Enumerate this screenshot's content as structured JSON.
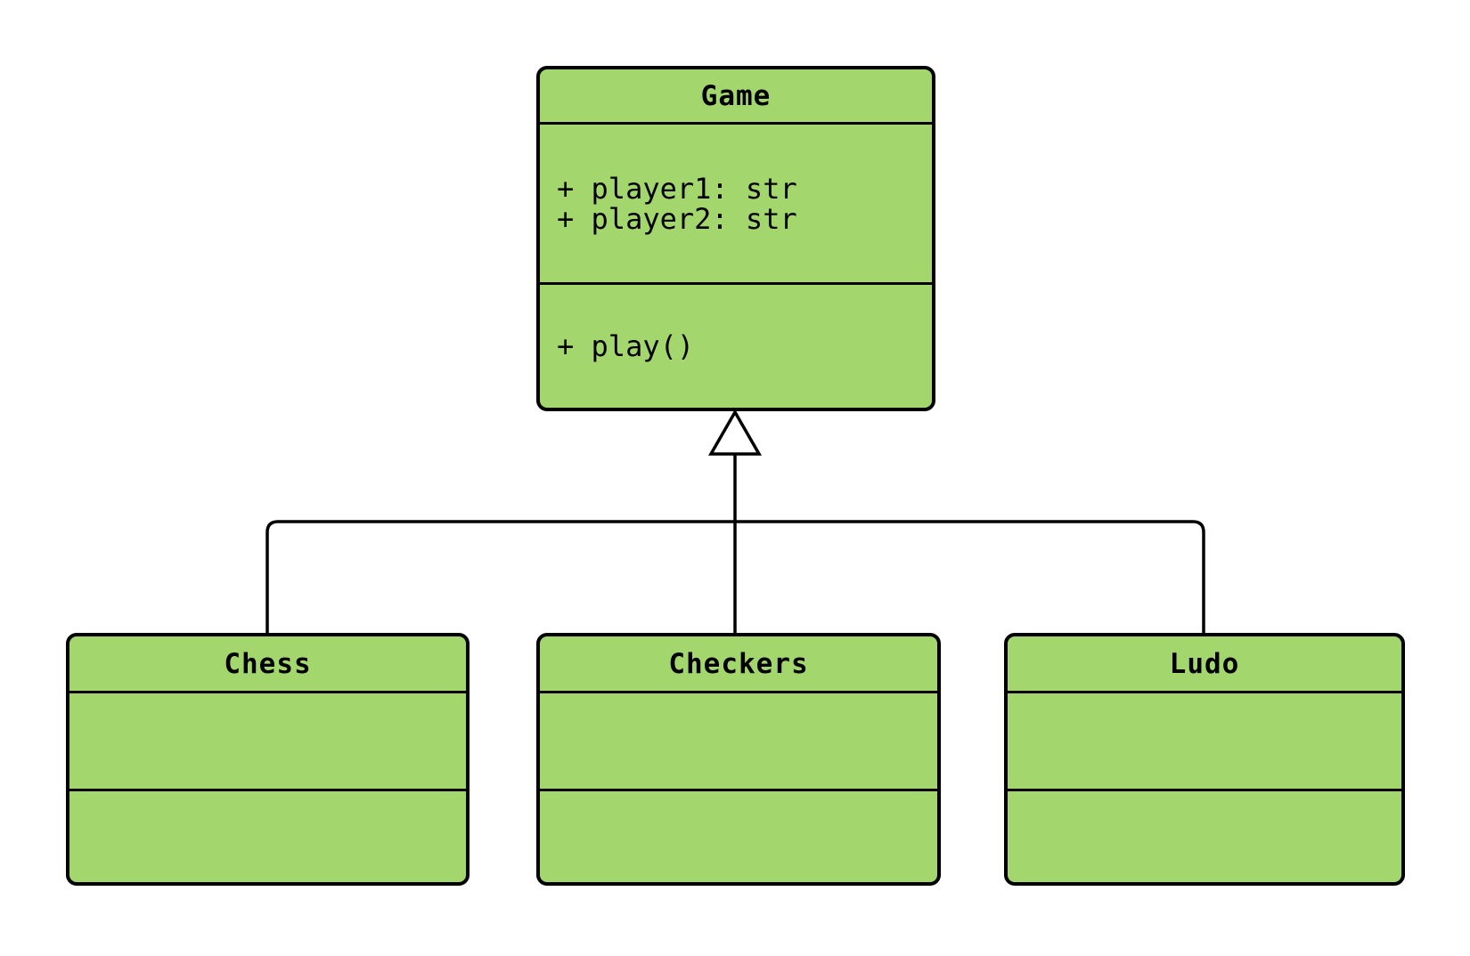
{
  "diagram": {
    "type": "uml-class-diagram",
    "background": "#ffffff",
    "colors": {
      "class_fill": "#a3d76e",
      "class_border": "#000000",
      "text": "#000000",
      "arrow_fill": "#ffffff"
    },
    "classes": {
      "game": {
        "name": "Game",
        "attributes": [
          "+ player1: str",
          "+ player2: str"
        ],
        "methods": [
          "+ play()"
        ]
      },
      "chess": {
        "name": "Chess",
        "attributes": [],
        "methods": []
      },
      "checkers": {
        "name": "Checkers",
        "attributes": [],
        "methods": []
      },
      "ludo": {
        "name": "Ludo",
        "attributes": [],
        "methods": []
      }
    },
    "relations": [
      {
        "type": "inheritance",
        "from": "Chess",
        "to": "Game"
      },
      {
        "type": "inheritance",
        "from": "Checkers",
        "to": "Game"
      },
      {
        "type": "inheritance",
        "from": "Ludo",
        "to": "Game"
      }
    ]
  }
}
